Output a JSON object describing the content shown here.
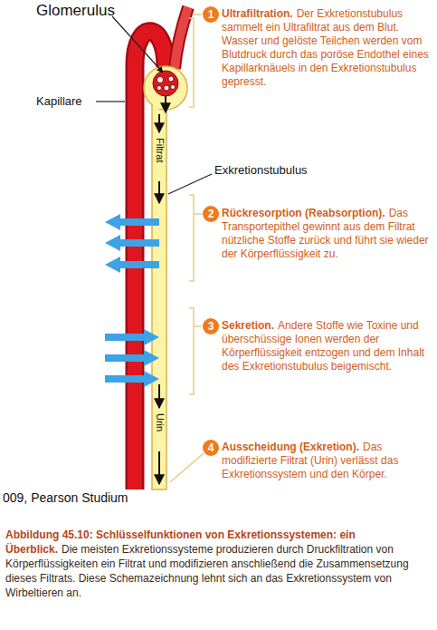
{
  "diagram": {
    "title": "Abbildung 45.10: Schlüsselfunktionen von Exkretionssystemen: ein Überblick.",
    "caption": "Die meisten Exkretionssysteme produzieren durch Druckfiltration von Körperflüssigkeiten ein Filtrat und modifizieren anschließend die Zusammensetzung dieses Filtrats. Diese Schemazeichnung lehnt sich an das Exkretionssystem von Wirbeltieren an.",
    "nodes": [
      {
        "text": [
          "1"
        ]
      },
      {
        "text": [
          "2"
        ]
      },
      {
        "text": [
          "3"
        ]
      },
      {
        "text": [
          "4"
        ]
      }
    ],
    "labels": [
      "Glomerulus",
      "Kapillare",
      "Filtrat",
      "Exkretionstubulus",
      "Urin",
      "Ultrafiltration.",
      "Der Exkretionstubulus sammelt ein Ultrafiltrat aus dem Blut. Wasser und gelöste Teilchen werden vom Blutdruck durch das poröse Endothel eines Kapillarknäuels in den Exkretionstubulus gepresst.",
      "Rückresorption (Reabsorption).",
      "Das Transportepithel gewinnt aus dem Filtrat nützliche Stoffe zurück und führt sie wieder der Körperflüssigkeit zu.",
      "Sekretion.",
      "Andere Stoffe wie Toxine und überschüssige Ionen werden der Körperflüssigkeit entzogen und dem Inhalt des Exkretionstubulus beigemischt.",
      "Ausscheidung (Exkretion).",
      "Das modifizierte Filtrat (Urin) verlässt das Exkretionssystem und den Körper.",
      "009, Pearson Studium"
    ]
  }
}
